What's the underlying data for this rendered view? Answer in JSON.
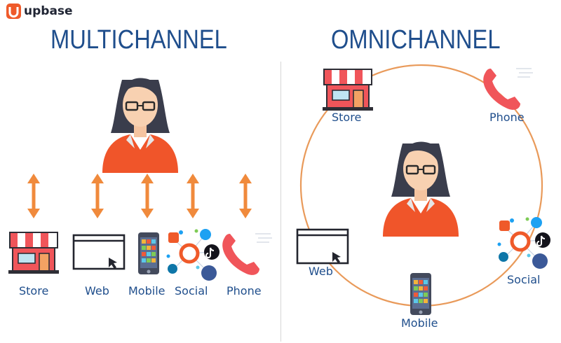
{
  "brand": {
    "name": "upbase",
    "logo_icon": "upbase-logo-icon",
    "logo_color": "#ef5a2a"
  },
  "left": {
    "title": "MULTICHANNEL",
    "channels": [
      {
        "label": "Store",
        "icon": "store-icon"
      },
      {
        "label": "Web",
        "icon": "web-browser-icon"
      },
      {
        "label": "Mobile",
        "icon": "mobile-phone-icon"
      },
      {
        "label": "Social",
        "icon": "social-network-icon"
      },
      {
        "label": "Phone",
        "icon": "telephone-handset-icon"
      }
    ],
    "connector": "double-arrow-icon"
  },
  "right": {
    "title": "OMNICHANNEL",
    "channels": [
      {
        "label": "Store",
        "icon": "store-icon"
      },
      {
        "label": "Phone",
        "icon": "telephone-handset-icon"
      },
      {
        "label": "Web",
        "icon": "web-browser-icon"
      },
      {
        "label": "Social",
        "icon": "social-network-icon"
      },
      {
        "label": "Mobile",
        "icon": "mobile-phone-icon"
      }
    ],
    "connector": "circle-loop"
  },
  "colors": {
    "title": "#1f4e8c",
    "arrow": "#f08a3c",
    "accent": "#ef5a2a",
    "circle": "#e99a5a"
  }
}
